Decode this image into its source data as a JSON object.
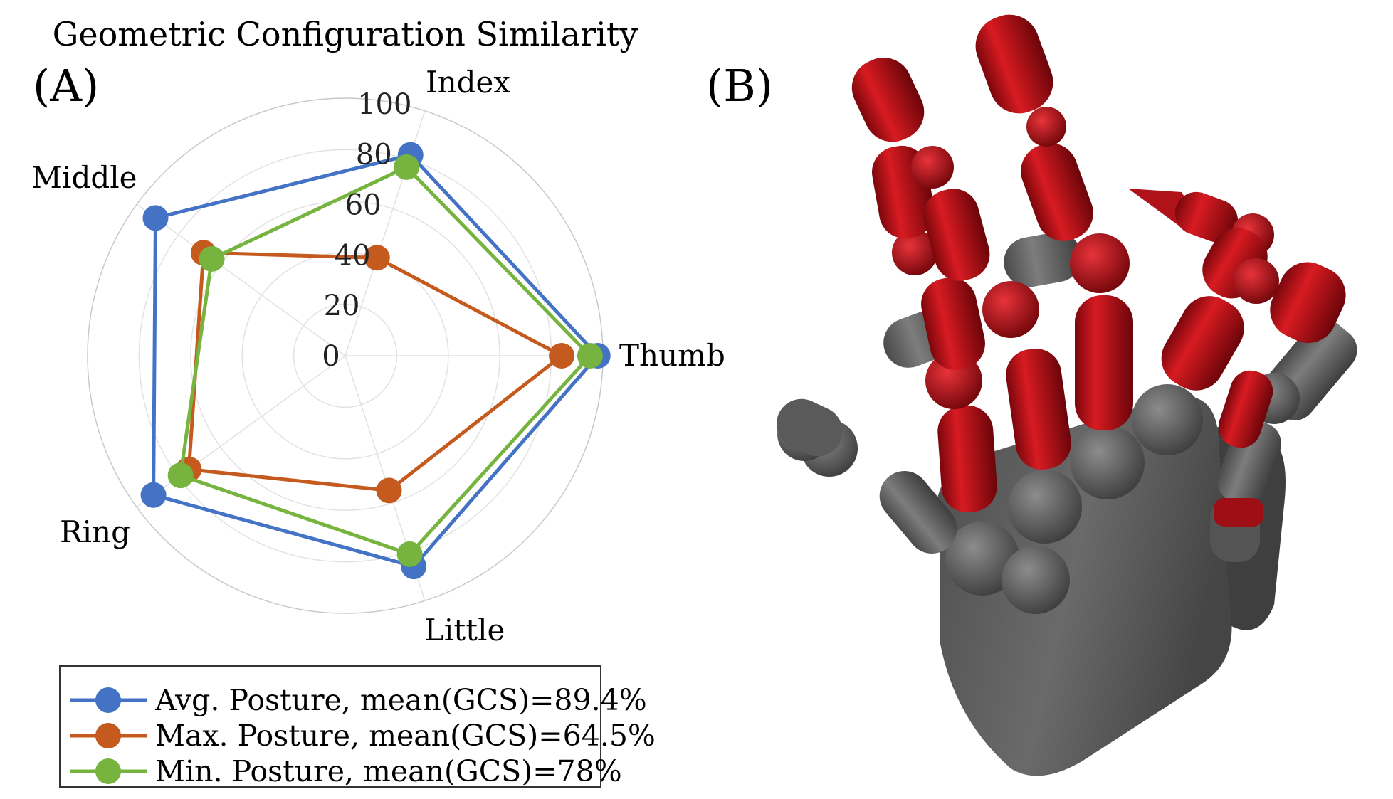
{
  "figure": {
    "panel_a_label": "(A)",
    "panel_b_label": "(B)"
  },
  "chart_data": {
    "type": "radar",
    "title": "Geometric Configuration Similarity",
    "axes": [
      "Thumb",
      "Index",
      "Middle",
      "Ring",
      "Little"
    ],
    "radial_ticks": [
      0,
      20,
      40,
      60,
      80,
      100
    ],
    "rlim": [
      0,
      100
    ],
    "grid": true,
    "legend_position": "bottom",
    "series": [
      {
        "name": "Avg. Posture, mean(GCS)=89.4%",
        "color": "#4472c4",
        "values": {
          "Thumb": 98,
          "Index": 82,
          "Middle": 91,
          "Ring": 92,
          "Little": 86
        }
      },
      {
        "name": "Max. Posture, mean(GCS)=64.5%",
        "color": "#c55a1e",
        "values": {
          "Thumb": 84,
          "Index": 40,
          "Middle": 68,
          "Ring": 75,
          "Little": 55
        }
      },
      {
        "name": "Min. Posture, mean(GCS)=78%",
        "color": "#77b43f",
        "values": {
          "Thumb": 95,
          "Index": 77,
          "Middle": 64,
          "Ring": 79,
          "Little": 81
        }
      }
    ]
  },
  "illustration": {
    "subject": "robotic-hand-model",
    "colors": {
      "finger_links": "#c0111a",
      "palm_and_joints": "#6b6b6b"
    }
  }
}
